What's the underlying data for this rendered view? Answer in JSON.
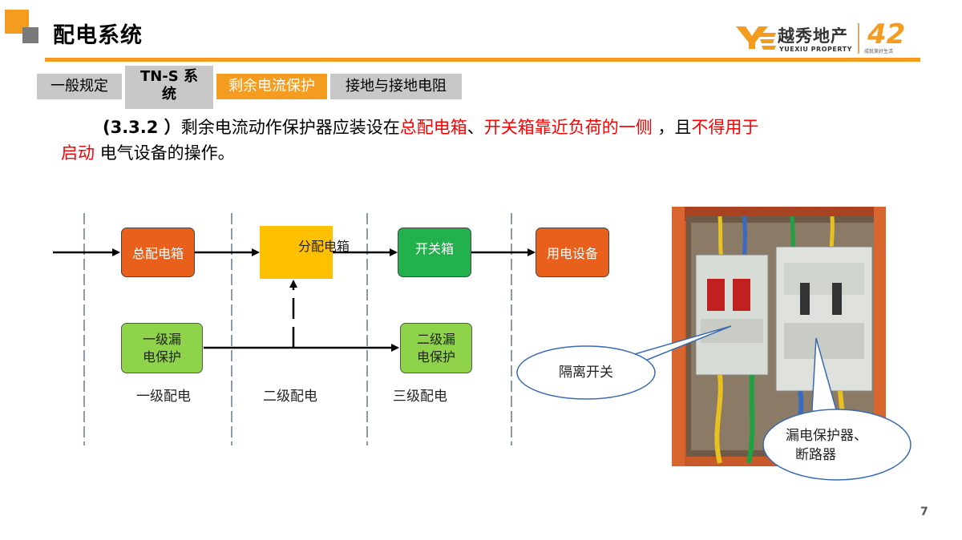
{
  "header": {
    "title": "配电系统",
    "logo": {
      "name_cn": "越秀地产",
      "name_en": "YUEXIU PROPERTY",
      "number": "42",
      "slogan": "成就美好生活"
    }
  },
  "tabs": [
    {
      "line1": "一般规定",
      "line2": ""
    },
    {
      "line1": "TN-S 系",
      "line2": "统"
    },
    {
      "line1": "剩余电流保护",
      "line2": ""
    },
    {
      "line1": "接地与接地电阻",
      "line2": ""
    }
  ],
  "rule": {
    "code": "(3.3.2 ）",
    "text_a": "剩余电流动作保护器应装设在",
    "red_a": "总配电箱",
    "sep": "、",
    "red_b": "开关箱靠近负荷的一侧",
    "text_b": " ，且",
    "red_c": "不得用于",
    "red_d": "启动",
    "text_c": " 电气设备的操作。"
  },
  "diagram": {
    "main_box": "总配电箱",
    "sub_box": "分配电箱",
    "switch_box": "开关箱",
    "device_box": "用电设备",
    "rcd1": [
      "一级漏",
      "电保护"
    ],
    "rcd2": [
      "二级漏",
      "电保护"
    ],
    "level1": "一级配电",
    "level2": "二级配电",
    "level3": "三级配电"
  },
  "callouts": {
    "isolation_switch": "隔离开关",
    "breaker_line1": "漏电保护器、",
    "breaker_line2": "断路器"
  },
  "page_number": "7",
  "colors": {
    "accent": "#f39c1f",
    "highlight_red": "#ff0000",
    "box_orange": "#e8601c",
    "box_green": "#22b14c",
    "box_light_green": "#8ed34a",
    "box_yellow": "#ffc000",
    "tab_gray": "#c8c8c8"
  }
}
